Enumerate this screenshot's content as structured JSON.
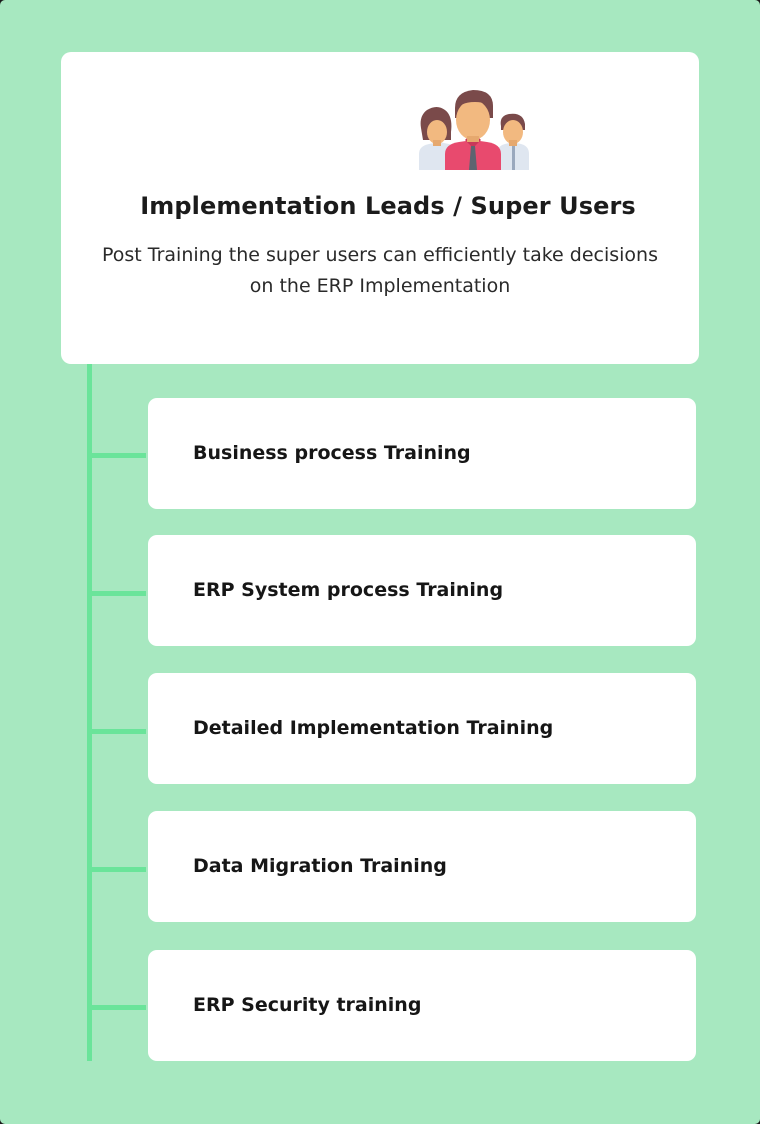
{
  "hero": {
    "icon": "team-people-icon",
    "title": "Implementation Leads / Super Users",
    "description": "Post Training the super users can efficiently take decisions on the ERP Implementation"
  },
  "steps": [
    {
      "label": "Business process Training"
    },
    {
      "label": "ERP System process Training"
    },
    {
      "label": "Detailed Implementation Training"
    },
    {
      "label": "Data Migration Training"
    },
    {
      "label": "ERP Security training"
    }
  ],
  "colors": {
    "background": "#a7e8c0",
    "connector": "#6ae49a",
    "card": "#ffffff",
    "text": "#161616"
  }
}
